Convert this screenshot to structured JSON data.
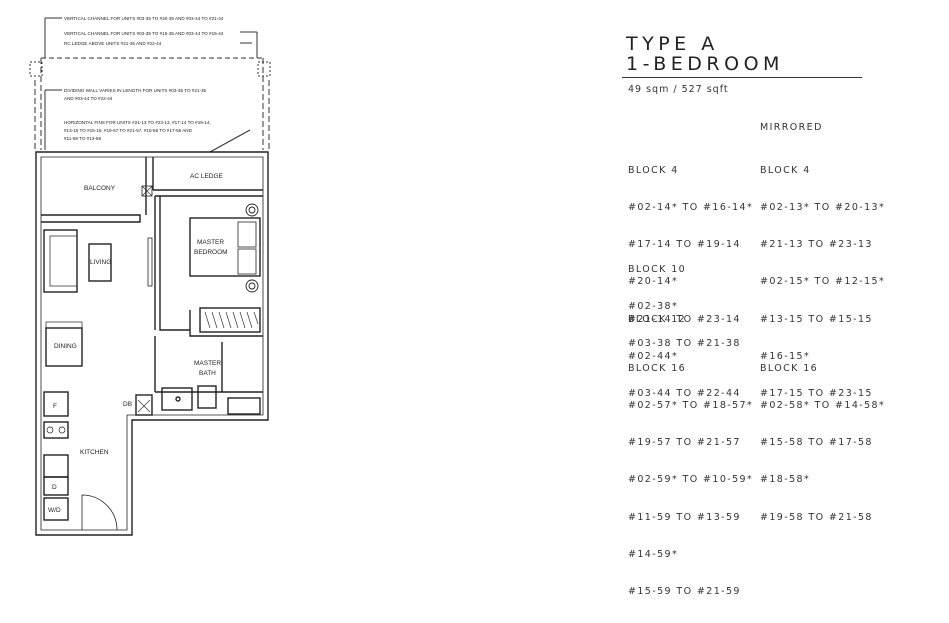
{
  "unit": {
    "type_title": "TYPE A",
    "bedroom_title": "1-BEDROOM",
    "area": "49 sqm / 527 sqft",
    "mirrored_label": "MIRRORED"
  },
  "blocks_left": [
    {
      "name": "BLOCK 4",
      "lines": [
        "#02-14* TO #16-14*",
        "#17-14 TO #19-14",
        "#20-14*",
        "#21-14 TO #23-14"
      ]
    },
    {
      "name": "BLOCK 10",
      "lines": [
        "#02-38*",
        "#03-38 TO #21-38"
      ]
    },
    {
      "name": "BLOCK 12",
      "lines": [
        "#02-44*",
        "#03-44 TO #22-44"
      ]
    },
    {
      "name": "BLOCK 16",
      "lines": [
        "#02-57* TO #18-57*",
        "#19-57 TO #21-57",
        "#02-59* TO #10-59*",
        "#11-59 TO #13-59",
        "#14-59*",
        "#15-59 TO #21-59"
      ]
    }
  ],
  "blocks_right": [
    {
      "name": "BLOCK 4",
      "lines": [
        "#02-13* TO #20-13*",
        "#21-13 TO #23-13",
        "#02-15* TO #12-15*",
        "#13-15 TO #15-15",
        "#16-15*",
        "#17-15 TO #23-15"
      ]
    },
    {
      "name": "BLOCK 16",
      "lines": [
        "#02-58* TO #14-58*",
        "#15-58 TO #17-58",
        "#18-58*",
        "#19-58 TO #21-58"
      ]
    }
  ],
  "notes": {
    "vertical_channel_1": "VERTICAL CHANNEL FOR UNITS #03-35 TO #20-35 AND #03-44 TO #21-44",
    "vertical_channel_2": "VERTICAL CHANNEL FOR UNITS #03-35 TO #15-35 AND #03-44 TO #15-44",
    "rc_ledge": "RC LEDGE ABOVE UNITS #21-35 AND #22-44",
    "dividing_wall_1": "DIVIDING WALL VARIES IN LENGTH FOR UNITS #03-35 TO #21-35",
    "dividing_wall_2": "AND #03-44 TO #22-44",
    "horizontal_fins_1": "HORIZONTAL FINS FOR UNITS #21-13 TO #23-13, #17-14 TO #19-14,",
    "horizontal_fins_2": "#13-15 TO #15-15, #19-57 TO #21-57, #15-55 TO #17-55 AND",
    "horizontal_fins_3": "#11-59 TO #13-59"
  },
  "rooms": {
    "balcony": "BALCONY",
    "ac_ledge": "AC LEDGE",
    "living": "LIVING",
    "master_bedroom_1": "MASTER",
    "master_bedroom_2": "BEDROOM",
    "dining": "DINING",
    "master_bath_1": "MASTER",
    "master_bath_2": "BATH",
    "db": "DB",
    "fridge": "F",
    "kitchen": "KITCHEN",
    "dryer": "D",
    "washer_dryer": "W/D"
  }
}
